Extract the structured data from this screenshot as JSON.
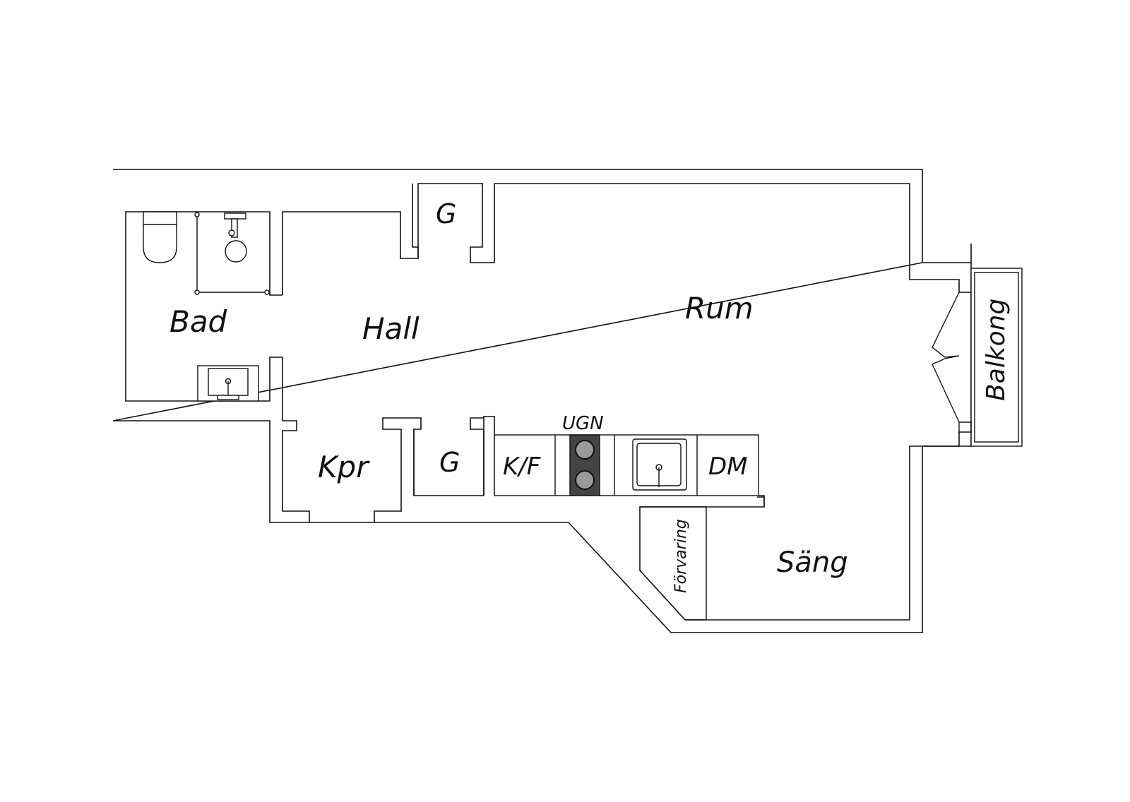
{
  "floorplan": {
    "rooms": {
      "bad": "Bad",
      "hall": "Hall",
      "rum": "Rum",
      "kpr": "Kpr",
      "g_top": "G",
      "g_bottom": "G",
      "sang": "Säng",
      "balkong": "Balkong",
      "forvaring": "Förvaring"
    },
    "kitchen": {
      "kf": "K/F",
      "ugn": "UGN",
      "dm": "DM"
    }
  }
}
